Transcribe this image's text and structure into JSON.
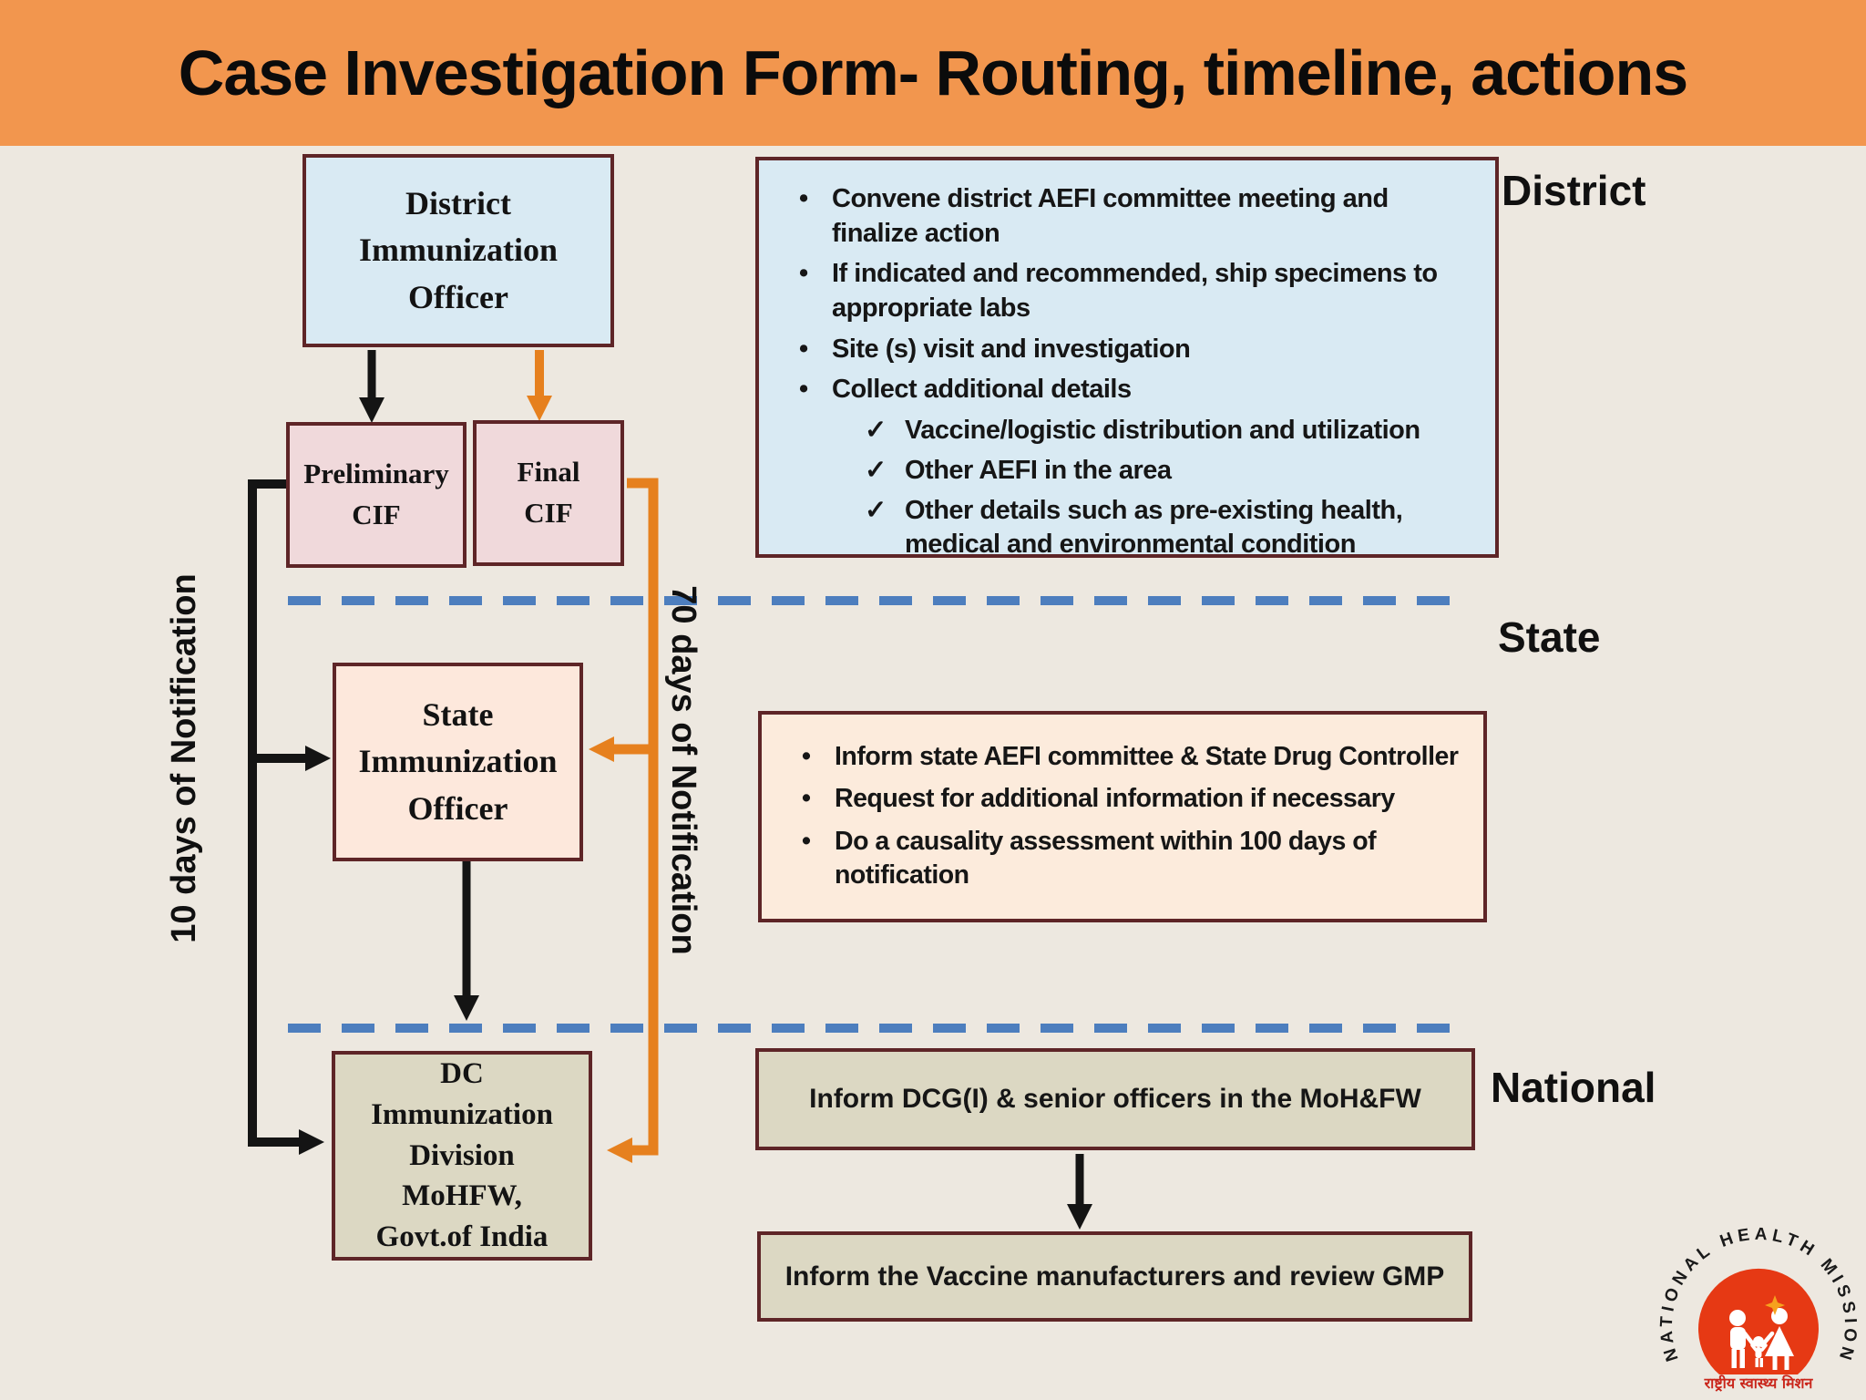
{
  "slide": {
    "title": "Case Investigation Form- Routing, timeline, actions"
  },
  "section_labels": {
    "district": "District",
    "state": "State",
    "national": "National"
  },
  "timeline_labels": {
    "left": "10 days of Notification",
    "right": "70 days of Notification"
  },
  "nodes": {
    "district_officer": "District\nImmunization\nOfficer",
    "preliminary_cif": "Preliminary\nCIF",
    "final_cif": "Final\nCIF",
    "state_officer": "State\nImmunization\nOfficer",
    "dc_division": "DC\nImmunization\nDivision\nMoHFW,\nGovt.of India"
  },
  "district_panel": {
    "bullets": [
      "Convene district AEFI committee meeting and finalize action",
      "If indicated and recommended, ship specimens to appropriate labs",
      "Site (s) visit and investigation",
      "Collect additional details"
    ],
    "checks": [
      "Vaccine/logistic distribution and utilization",
      "Other AEFI in the area",
      "Other details such as pre-existing health, medical and environmental condition"
    ]
  },
  "state_panel": {
    "bullets": [
      "Inform state AEFI committee & State Drug Controller",
      "Request for additional information if necessary",
      "Do a causality assessment within 100 days of notification"
    ]
  },
  "national_panel": {
    "box1": "Inform DCG(I) & senior officers in the MoH&FW",
    "box2": "Inform the Vaccine manufacturers and review GMP"
  },
  "logo": {
    "arc_text": "NATIONAL HEALTH MISSION",
    "hindi_text": "राष्ट्रीय स्वास्थ्य मिशन"
  },
  "glyphs": {
    "bullet": "•",
    "check": "✓"
  },
  "colors": {
    "header_orange": "#F2964E",
    "background": "#EDE8E0",
    "panel_blue": "#D9EAF3",
    "panel_pink": "#F0D9DB",
    "panel_peach": "#FDE8DC",
    "panel_peach_light": "#FCEBDC",
    "panel_tan": "#DCD8C3",
    "border_maroon": "#5E2527",
    "dashed_blue": "#4D7EBE",
    "arrow_orange": "#E6801E",
    "arrow_black": "#141414",
    "logo_red": "#E63914",
    "logo_sun": "#F6A21D"
  }
}
